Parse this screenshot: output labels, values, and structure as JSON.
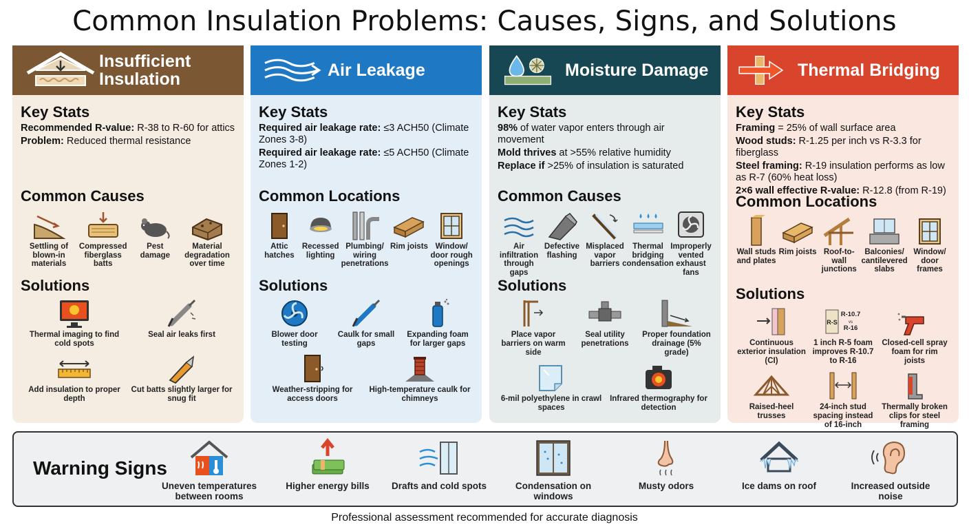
{
  "title": "Common Insulation Problems: Causes, Signs, and Solutions",
  "colors": {
    "insufficient": "#7b5833",
    "air_leakage": "#1e78c4",
    "moisture": "#174752",
    "thermal": "#d8452c"
  },
  "panels": {
    "insufficient": {
      "title": "Insufficient Insulation",
      "icon": "attic-house-icon",
      "stats_title": "Key Stats",
      "stats": [
        {
          "bold": "Recommended R-value:",
          "text": " R-38 to R-60 for attics"
        },
        {
          "bold": "Problem:",
          "text": " Reduced thermal resistance"
        }
      ],
      "causes_title": "Common Causes",
      "causes": [
        {
          "label": "Settling of blown-in materials",
          "icon": "settling-slope-icon"
        },
        {
          "label": "Compressed fiberglass batts",
          "icon": "compressed-batt-icon"
        },
        {
          "label": "Pest damage",
          "icon": "mouse-icon"
        },
        {
          "label": "Material degradation over time",
          "icon": "degraded-material-icon"
        }
      ],
      "solutions_title": "Solutions",
      "solutions": [
        {
          "label": "Thermal imaging to find cold spots",
          "icon": "thermal-monitor-icon"
        },
        {
          "label": "Seal air leaks first",
          "icon": "caulk-gun-icon"
        },
        {
          "label": "Add insulation to proper depth",
          "icon": "ruler-icon"
        },
        {
          "label": "Cut batts slightly larger for snug fit",
          "icon": "utility-knife-icon"
        }
      ]
    },
    "air": {
      "title": "Air Leakage",
      "icon": "air-flow-icon",
      "stats_title": "Key Stats",
      "stats": [
        {
          "bold": "Required air leakage rate:",
          "text": " ≤3 ACH50 (Climate Zones 3-8)"
        },
        {
          "bold": "Required air leakage rate:",
          "text": " ≤5 ACH50 (Climate Zones 1-2)"
        }
      ],
      "causes_title": "Common Locations",
      "causes": [
        {
          "label": "Attic hatches",
          "icon": "door-icon"
        },
        {
          "label": "Recessed lighting",
          "icon": "recessed-light-icon"
        },
        {
          "label": "Plumbing/ wiring penetrations",
          "icon": "pipes-icon"
        },
        {
          "label": "Rim joists",
          "icon": "joist-icon"
        },
        {
          "label": "Window/ door rough openings",
          "icon": "window-icon"
        }
      ],
      "solutions_title": "Solutions",
      "solutions": [
        {
          "label": "Blower door testing",
          "icon": "blower-fan-icon"
        },
        {
          "label": "Caulk for small gaps",
          "icon": "caulk-gun-icon"
        },
        {
          "label": "Expanding foam for larger gaps",
          "icon": "spray-can-icon"
        },
        {
          "label": "Weather-stripping for access doors",
          "icon": "door-icon"
        },
        {
          "label": "High-temperature caulk for chimneys",
          "icon": "chimney-icon"
        }
      ]
    },
    "moisture": {
      "title": "Moisture Damage",
      "icon": "water-drop-mold-icon",
      "stats_title": "Key Stats",
      "stats": [
        {
          "bold": "98%",
          "text": " of water vapor enters through air movement"
        },
        {
          "bold": "Mold thrives",
          "text": " at >55% relative humidity"
        },
        {
          "bold": "Replace if",
          "text": " >25% of insulation is saturated"
        }
      ],
      "causes_title": "Common Causes",
      "causes": [
        {
          "label": "Air infiltration through gaps",
          "icon": "air-flow-icon"
        },
        {
          "label": "Defective flashing",
          "icon": "flashing-icon"
        },
        {
          "label": "Misplaced vapor barriers",
          "icon": "vapor-barrier-icon"
        },
        {
          "label": "Thermal bridging condensation",
          "icon": "condensation-icon"
        },
        {
          "label": "Improperly vented exhaust fans",
          "icon": "exhaust-fan-icon"
        }
      ],
      "solutions_title": "Solutions",
      "solutions": [
        {
          "label": "Place vapor barriers on warm side",
          "icon": "wall-section-icon"
        },
        {
          "label": "Seal utility penetrations",
          "icon": "pipe-fitting-icon"
        },
        {
          "label": "Proper foundation drainage (5% grade)",
          "icon": "grade-slope-icon"
        },
        {
          "label": "6-mil polyethylene in crawl spaces",
          "icon": "plastic-sheet-icon"
        },
        {
          "label": "Infrared thermography for detection",
          "icon": "camera-icon"
        }
      ]
    },
    "thermal": {
      "title": "Thermal Bridging",
      "icon": "heat-arrow-icon",
      "stats_title": "Key Stats",
      "stats": [
        {
          "bold": "Framing",
          "text": " = 25% of wall surface area"
        },
        {
          "bold": "Wood studs:",
          "text": " R-1.25 per inch vs R-3.3 for fiberglass"
        },
        {
          "bold": "Steel framing:",
          "text": " R-19 insulation performs as low as R-7 (60% heat loss)"
        },
        {
          "bold": "2×6 wall effective R-value:",
          "text": " R-12.8 (from R-19)"
        }
      ],
      "causes_title": "Common Locations",
      "causes": [
        {
          "label": "Wall studs and plates",
          "icon": "stud-icon"
        },
        {
          "label": "Rim joists",
          "icon": "joist-icon"
        },
        {
          "label": "Roof-to-wall junctions",
          "icon": "roof-junction-icon"
        },
        {
          "label": "Balconies/ cantilevered slabs",
          "icon": "balcony-icon"
        },
        {
          "label": "Window/ door frames",
          "icon": "window-icon"
        }
      ],
      "solutions_title": "Solutions",
      "solutions": [
        {
          "label": "Continuous exterior insulation (CI)",
          "icon": "ci-wall-icon"
        },
        {
          "label": "1 inch R-5 foam improves R-10.7 to R-16",
          "icon": "foam-board-icon",
          "badge_a": "R-S",
          "badge_b": "R-10.7",
          "badge_vs": "vs",
          "badge_c": "R-16"
        },
        {
          "label": "Closed-cell spray foam for rim joists",
          "icon": "spray-gun-icon"
        },
        {
          "label": "Raised-heel trusses",
          "icon": "truss-icon"
        },
        {
          "label": "24-inch stud spacing instead of 16-inch",
          "icon": "stud-spacing-icon"
        },
        {
          "label": "Thermally broken clips for steel framing",
          "icon": "clip-icon"
        }
      ]
    }
  },
  "warning": {
    "title": "Warning Signs",
    "items": [
      {
        "label": "Uneven temperatures between rooms",
        "icon": "house-thermometer-icon"
      },
      {
        "label": "Higher energy bills",
        "icon": "money-up-icon"
      },
      {
        "label": "Drafts and cold spots",
        "icon": "draft-window-icon"
      },
      {
        "label": "Condensation on windows",
        "icon": "wet-window-icon"
      },
      {
        "label": "Musty odors",
        "icon": "nose-icon"
      },
      {
        "label": "Ice dams on roof",
        "icon": "ice-dam-icon"
      },
      {
        "label": "Increased outside noise",
        "icon": "ear-icon"
      }
    ]
  },
  "footer": "Professional assessment recommended for accurate diagnosis"
}
